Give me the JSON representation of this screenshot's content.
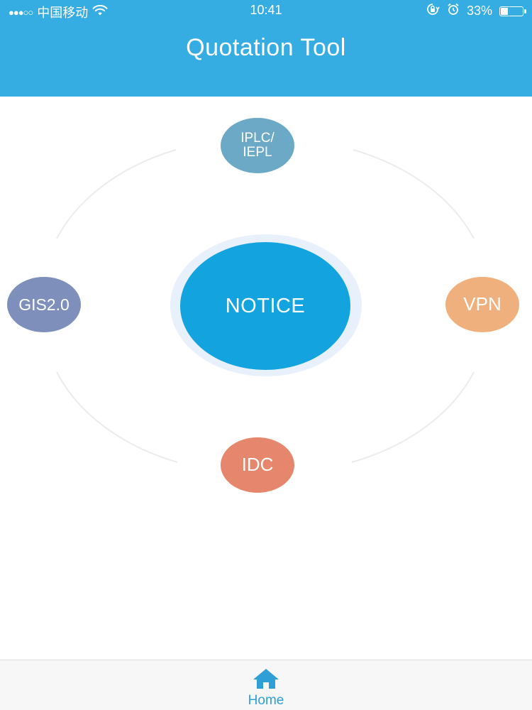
{
  "status_bar": {
    "signal": "●●●○○",
    "carrier": "中国移动",
    "wifi_icon": "wifi-icon",
    "time": "10:41",
    "orientation_lock_icon": "orientation-lock-icon",
    "alarm_icon": "alarm-icon",
    "battery_percent_label": "33%",
    "battery_level": 0.33
  },
  "header": {
    "title": "Quotation Tool",
    "background_color": "#35ade2"
  },
  "menu": {
    "center": {
      "label": "NOTICE",
      "color": "#13a3df"
    },
    "top": {
      "label": "IPLC/\nIEPL",
      "color": "#6ca9c6"
    },
    "left": {
      "label": "GIS2.0",
      "color": "#7f8fbb"
    },
    "right": {
      "label": "VPN",
      "color": "#f0b07e"
    },
    "bottom": {
      "label": "IDC",
      "color": "#e6866c"
    }
  },
  "tabbar": {
    "items": [
      {
        "label": "Home",
        "icon": "home-icon",
        "active": true,
        "color": "#2f9fd8"
      }
    ]
  }
}
